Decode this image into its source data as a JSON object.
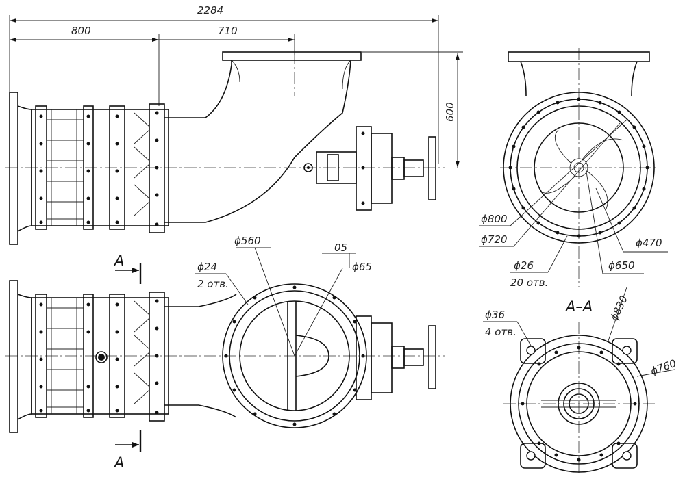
{
  "dimensions": {
    "overall_length": "2284",
    "left_length": "800",
    "mid_length": "710",
    "height": "600",
    "d_flange_outer": "ϕ800",
    "d_bolt_circle": "ϕ720",
    "d_hole": "ϕ26",
    "hole_count": "20 отв.",
    "d_inner_470": "ϕ470",
    "d_650": "ϕ650",
    "d_560": "ϕ560",
    "d_24": "ϕ24",
    "hole_count_2": "2 отв.",
    "d_36": "ϕ36",
    "hole_count_4": "4 отв.",
    "d_830": "ϕ830",
    "d_760": "ϕ760",
    "partial_dim_top": "05",
    "partial_dim_bottom": "ϕ65"
  },
  "section": {
    "marker_top": "A",
    "marker_bottom": "A",
    "title": "A–A"
  }
}
